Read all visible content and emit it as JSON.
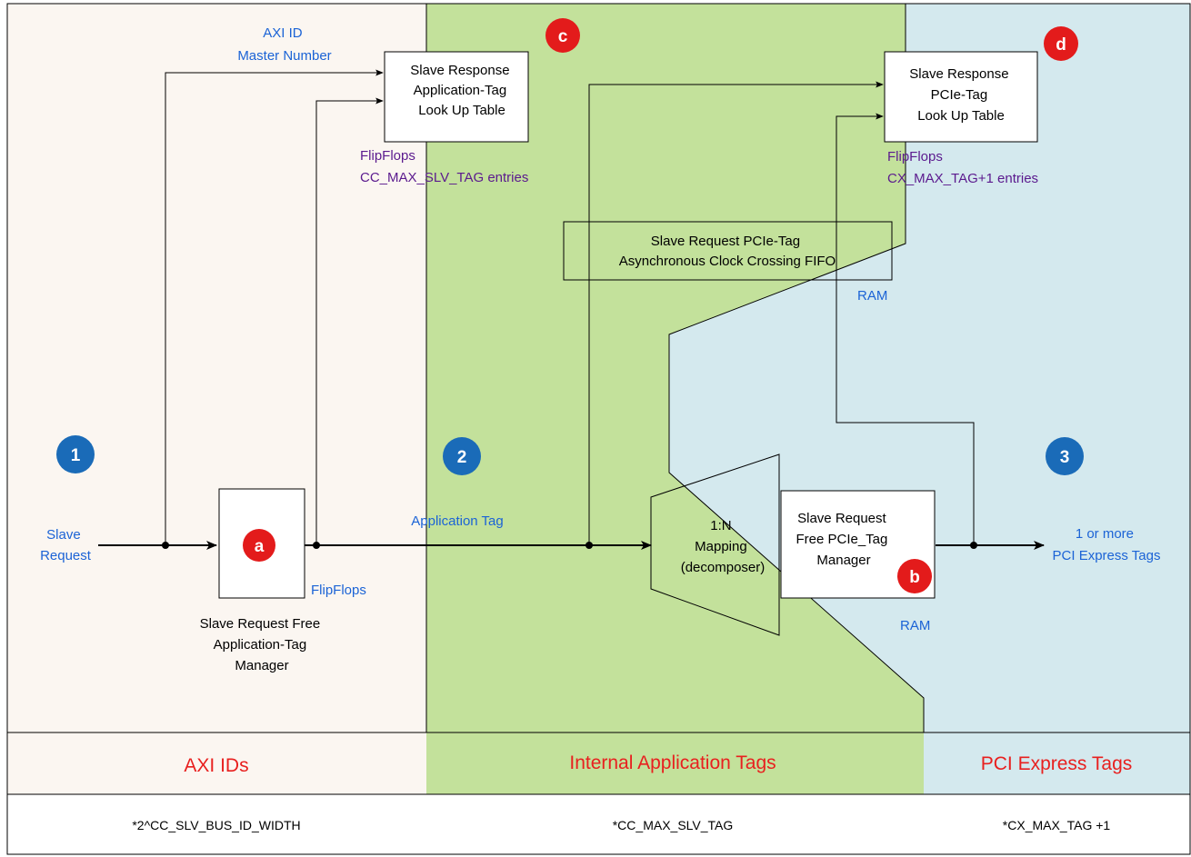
{
  "colors": {
    "axi_zone": "#fbf6f1",
    "internal_zone": "#c3e19b",
    "pcie_zone": "#d4e9ee",
    "region_title": "#e8201f",
    "blue_text": "#1b63d6",
    "purple_text": "#5b1a8e",
    "step_marker": "#1a6bb8",
    "letter_marker": "#e31b1b"
  },
  "markers": {
    "step1": "1",
    "step2": "2",
    "step3": "3",
    "a": "a",
    "b": "b",
    "c": "c",
    "d": "d"
  },
  "labels": {
    "axi_id_line1": "AXI ID",
    "axi_id_line2": "Master Number",
    "slave_request_line1": "Slave",
    "slave_request_line2": "Request",
    "application_tag": "Application Tag",
    "pcie_tags_line1": "1 or more",
    "pcie_tags_line2": "PCI Express Tags",
    "flipflops_a": "FlipFlops",
    "flipflops_c": "FlipFlops",
    "cc_max_slv_tag_entries": "CC_MAX_SLV_TAG entries",
    "flipflops_d": "FlipFlops",
    "cx_max_tag_entries": "CX_MAX_TAG+1 entries",
    "ram_fifo": "RAM",
    "ram_b": "RAM"
  },
  "boxes": {
    "free_app_tag_manager": [
      "Slave Request Free",
      "Application-Tag",
      "Manager"
    ],
    "app_tag_lut": [
      "Slave Response",
      "Application-Tag",
      "Look Up Table"
    ],
    "pcie_tag_lut": [
      "Slave Response",
      "PCIe-Tag",
      "Look Up Table"
    ],
    "fifo": [
      "Slave Request PCIe-Tag",
      "Asynchronous Clock Crossing FIFO"
    ],
    "mapping": [
      "1:N",
      "Mapping",
      "(decomposer)"
    ],
    "free_pcie_tag_manager": [
      "Slave Request",
      "Free PCIe_Tag",
      "Manager"
    ]
  },
  "regions": [
    {
      "title": "AXI IDs",
      "footer": "*2^CC_SLV_BUS_ID_WIDTH"
    },
    {
      "title": "Internal Application Tags",
      "footer": "*CC_MAX_SLV_TAG"
    },
    {
      "title": "PCI Express Tags",
      "footer": "*CX_MAX_TAG +1"
    }
  ]
}
